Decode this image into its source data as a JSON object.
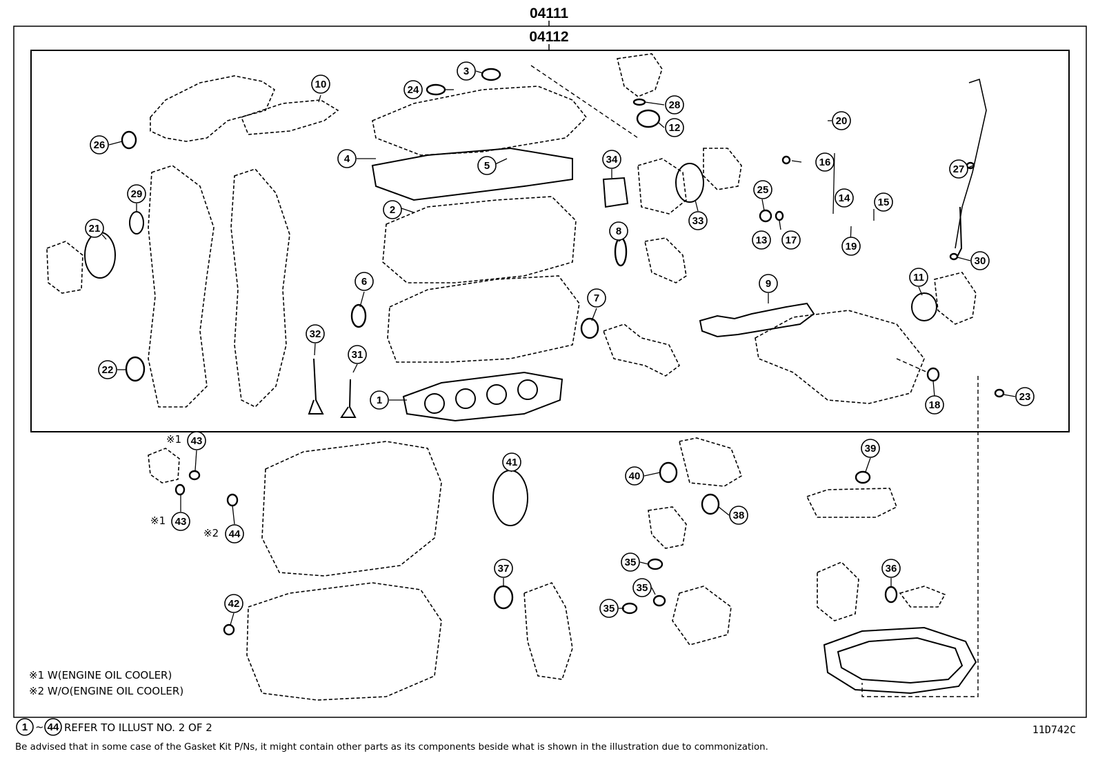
{
  "header": {
    "outer_code": "04111",
    "inner_code": "04112"
  },
  "callouts": [
    {
      "num": "1"
    },
    {
      "num": "2"
    },
    {
      "num": "3"
    },
    {
      "num": "4"
    },
    {
      "num": "5"
    },
    {
      "num": "6"
    },
    {
      "num": "7"
    },
    {
      "num": "8"
    },
    {
      "num": "9"
    },
    {
      "num": "10"
    },
    {
      "num": "11"
    },
    {
      "num": "12"
    },
    {
      "num": "13"
    },
    {
      "num": "14"
    },
    {
      "num": "15"
    },
    {
      "num": "16"
    },
    {
      "num": "17"
    },
    {
      "num": "18"
    },
    {
      "num": "19"
    },
    {
      "num": "20"
    },
    {
      "num": "21"
    },
    {
      "num": "22"
    },
    {
      "num": "23"
    },
    {
      "num": "24"
    },
    {
      "num": "25"
    },
    {
      "num": "26"
    },
    {
      "num": "27"
    },
    {
      "num": "28"
    },
    {
      "num": "29"
    },
    {
      "num": "30"
    },
    {
      "num": "31"
    },
    {
      "num": "32"
    },
    {
      "num": "33"
    },
    {
      "num": "34"
    },
    {
      "num": "35"
    },
    {
      "num": "35"
    },
    {
      "num": "35"
    },
    {
      "num": "36"
    },
    {
      "num": "37"
    },
    {
      "num": "38"
    },
    {
      "num": "39"
    },
    {
      "num": "40"
    },
    {
      "num": "41"
    },
    {
      "num": "42"
    },
    {
      "num": "43",
      "mark": "※1"
    },
    {
      "num": "43",
      "mark": "※1"
    },
    {
      "num": "44",
      "mark": "※2"
    }
  ],
  "notes": {
    "note1": "※1 W(ENGINE OIL COOLER)",
    "note2": "※2 W/O(ENGINE OIL COOLER)"
  },
  "footer": {
    "ref_from": "1",
    "ref_to": "44",
    "ref_sep": "~",
    "ref_text": "REFER TO ILLUST NO. 2 OF 2",
    "advise": "Be advised that in some case of the Gasket Kit P/Ns,  it might contain other parts as its components beside what is shown in the illustration due to commonization.",
    "illus_id": "11D742C"
  }
}
